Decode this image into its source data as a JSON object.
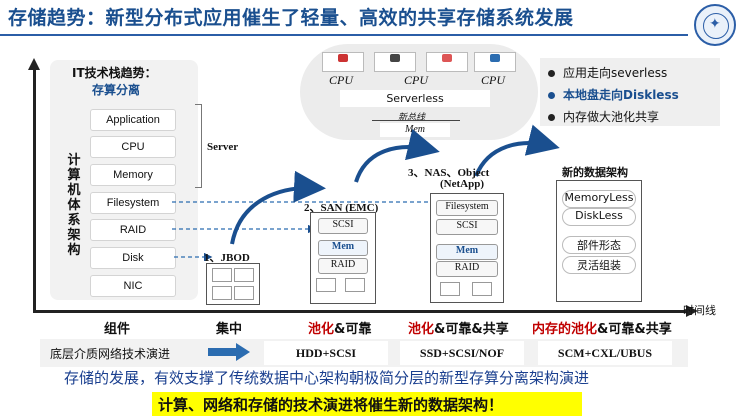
{
  "title": "存储趋势：新型分布式应用催生了轻量、高效的共享存储系统发展",
  "stack": {
    "title_line1": "IT技术栈趋势：",
    "title_line2": "存算分离",
    "vertical_label": "计算机体系架构",
    "layers": [
      "Application",
      "CPU",
      "Memory",
      "Filesystem",
      "RAID",
      "Disk",
      "NIC"
    ],
    "server_label": "Server"
  },
  "serverless": {
    "cpu_labels": [
      "CPU",
      "CPU",
      "CPU"
    ],
    "label": "Serverless",
    "bus_label": "新总线",
    "mem_label": "Mem"
  },
  "trends": [
    {
      "text": "应用走向severless",
      "active": false
    },
    {
      "text": "本地盘走向Diskless",
      "active": true
    },
    {
      "text": "内存做大池化共享",
      "active": false
    }
  ],
  "stages": {
    "jbod": {
      "label": "1、JBOD"
    },
    "san": {
      "label": "2、SAN (EMC)",
      "cells": [
        "SCSI",
        "Mem",
        "RAID"
      ]
    },
    "nas": {
      "label_line1": "3、NAS、Object",
      "label_line2": "(NetApp)",
      "cells": [
        "Filesystem",
        "SCSI",
        "Mem",
        "RAID"
      ]
    },
    "new_arch": {
      "label": "新的数据架构",
      "items": [
        "MemoryLess",
        "DiskLess",
        "部件形态",
        "灵活组装"
      ]
    }
  },
  "time_axis_label": "时间线",
  "categories": [
    {
      "prefix": "",
      "red": "",
      "text": "组件"
    },
    {
      "prefix": "",
      "red": "",
      "text": "集中"
    },
    {
      "prefix": "",
      "red": "池化",
      "text": "&可靠"
    },
    {
      "prefix": "",
      "red": "池化",
      "text": "&可靠&共享"
    },
    {
      "prefix": "",
      "red": "内存的池化",
      "text": "&可靠&共享"
    }
  ],
  "evolution": {
    "label": "底层介质网络技术演进",
    "stages": [
      "HDD+SCSI",
      "SSD+SCSI/NOF",
      "SCM+CXL/UBUS"
    ]
  },
  "summary_line1": "存储的发展，有效支撑了传统数据中心架构朝极简分层的新型存算分离架构演进",
  "summary_line2": "计算、网络和存储的技术演进将催生新的数据架构！",
  "colors": {
    "accent": "#1a4f8f",
    "highlight": "#c00000",
    "marker": "#ffff00"
  }
}
